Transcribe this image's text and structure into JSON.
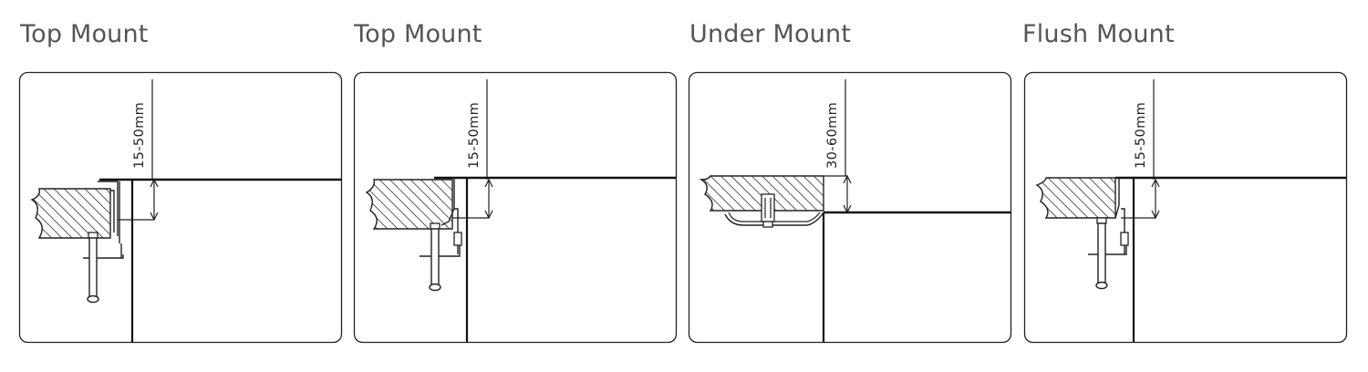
{
  "panels": [
    {
      "title": "Top Mount",
      "dimension": "15-50mm"
    },
    {
      "title": "Top Mount",
      "dimension": "15-50mm"
    },
    {
      "title": "Under Mount",
      "dimension": "30-60mm"
    },
    {
      "title": "Flush Mount",
      "dimension": "15-50mm"
    }
  ]
}
